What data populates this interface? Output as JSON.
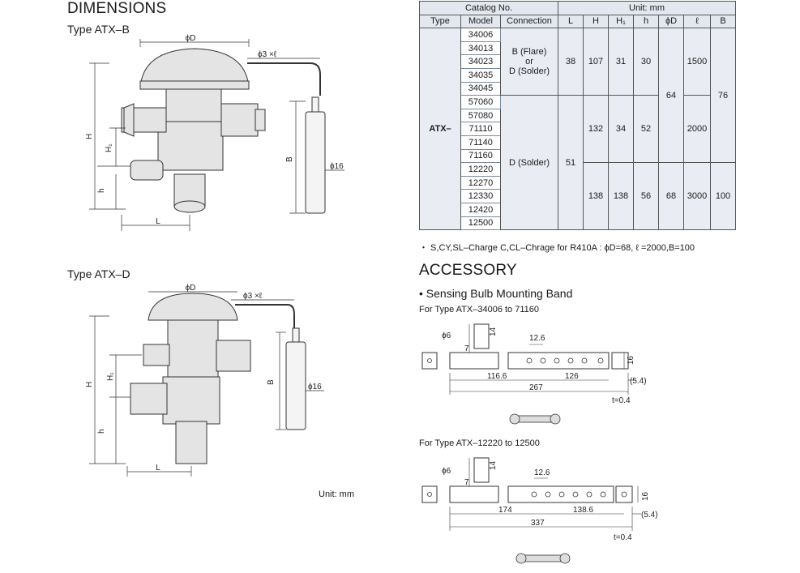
{
  "headings": {
    "dimensions": "DIMENSIONS",
    "type_b": "Type ATX–B",
    "type_d": "Type ATX–D",
    "accessory": "ACCESSORY",
    "sensing_band": "• Sensing Bulb Mounting Band",
    "for_small": "For Type ATX–34006 to 71160",
    "for_large": "For Type ATX–12220 to 12500",
    "unit_mm": "Unit: mm"
  },
  "drawing_labels": {
    "phiD": "ϕD",
    "phi3": "ϕ3 ×ℓ",
    "phi16": "ϕ16",
    "H": "H",
    "H1": "H₁",
    "h": "h",
    "L": "L",
    "B": "B"
  },
  "table": {
    "hdr_catalog": "Catalog No.",
    "hdr_unit": "Unit: mm",
    "col_type": "Type",
    "col_model": "Model",
    "col_connection": "Connection",
    "col_L": "L",
    "col_H": "H",
    "col_H1": "H₁",
    "col_h": "h",
    "col_phiD": "ϕD",
    "col_ell": "ℓ",
    "col_B": "B",
    "type_value": "ATX–",
    "models": [
      "34006",
      "34013",
      "34023",
      "34035",
      "34045",
      "57060",
      "57080",
      "71110",
      "71140",
      "71160",
      "12220",
      "12270",
      "12330",
      "12420",
      "12500"
    ],
    "conn_flare_1": "B (Flare)",
    "conn_flare_2": "or",
    "conn_flare_3": "D (Solder)",
    "conn_solder": "D (Solder)",
    "g1": {
      "L": "38",
      "H": "107",
      "H1": "31",
      "h": "30",
      "ell": "1500"
    },
    "g2": {
      "L": "51",
      "H": "132",
      "H1": "34",
      "h": "52",
      "ell": "2000"
    },
    "g3": {
      "H": "138",
      "H1": "138",
      "h": "56",
      "phiD": "68",
      "ell": "3000",
      "B": "100"
    },
    "phiD_common": "64",
    "B_common": "76",
    "footnote": "・ S,CY,SL–Charge  C,CL–Chrage for R410A : ϕD=68, ℓ =2000,B=100"
  },
  "band_small": {
    "phi6": "ϕ6",
    "d7": "7",
    "d14": "14",
    "d12_6": "12.6",
    "d16": "16",
    "d116_6": "116.6",
    "d126": "126",
    "d5_4": "(5.4)",
    "d267": "267",
    "t": "t=0.4"
  },
  "band_large": {
    "phi6": "ϕ6",
    "d7": "7",
    "d14": "14",
    "d12_6": "12.6",
    "d16": "16",
    "d174": "174",
    "d138_6": "138.6",
    "d5_4": "(5.4)",
    "d337": "337",
    "t": "t=0.4"
  }
}
